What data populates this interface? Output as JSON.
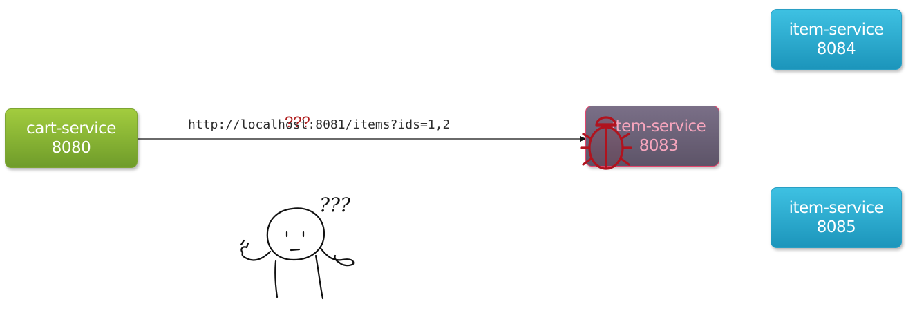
{
  "nodes": {
    "cart": {
      "name": "cart-service",
      "port": "8080",
      "color": "#8dbb34"
    },
    "item_8083": {
      "name": "item-service",
      "port": "8083",
      "color": "#6b6178",
      "status": "broken"
    },
    "item_8084": {
      "name": "item-service",
      "port": "8084",
      "color": "#2aaed3"
    },
    "item_8085": {
      "name": "item-service",
      "port": "8085",
      "color": "#2aaed3"
    }
  },
  "edge": {
    "from": "cart-service 8080",
    "to": "item-service 8083",
    "label": "http://localhost:8081/items?ids=1,2",
    "marker": "???"
  },
  "sketch": {
    "caption": "???",
    "icon": "confused-person-shrug-icon"
  },
  "bug_icon": {
    "icon": "bug-icon",
    "color": "#b0131e"
  }
}
